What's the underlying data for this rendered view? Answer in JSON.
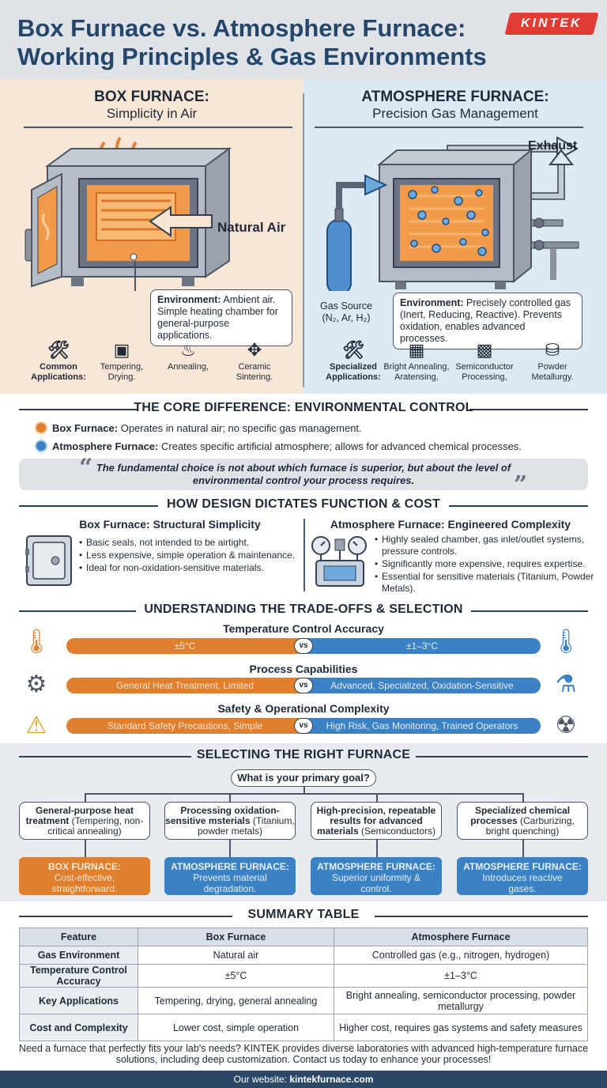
{
  "header": {
    "title_line1": "Box Furnace vs. Atmosphere Furnace:",
    "title_line2": "Working Principles & Gas Environments",
    "logo": "KINTEK"
  },
  "box_panel": {
    "title": "BOX FURNACE:",
    "subtitle": "Simplicity in Air",
    "air_label": "Natural Air",
    "env_label": "Environment:",
    "env_text": "Ambient air. Simple heating chamber for general-purpose applications.",
    "apps_label": "Common Applications:",
    "apps": [
      "Tempering, Drying.",
      "Annealing,",
      "Ceramic Sintering."
    ]
  },
  "atm_panel": {
    "title": "ATMOSPHERE FURNACE:",
    "subtitle": "Precision Gas Management",
    "exhaust_label": "Exhaust",
    "gas_source_label": "Gas Source",
    "gas_source_formula": "(N₂, Ar, H₂)",
    "env_label": "Environment:",
    "env_text": "Precisely controlled gas (Inert, Reducing, Reactive). Prevents oxidation, enables advanced processes.",
    "apps_label": "Specialized Applications:",
    "apps": [
      "Bright Annealing, Aratensing,",
      "Semiconductor Processing,",
      "Powder Metallurgy."
    ]
  },
  "core": {
    "heading": "THE CORE DIFFERENCE: ENVIRONMENTAL CONTROL",
    "box_label": "Box Furnace:",
    "box_text": "Operates in natural air; no specific gas management.",
    "atm_label": "Atmosphere Furnace:",
    "atm_text": "Creates specific artificial atmosphere; allows for advanced chemical processes.",
    "quote": "The fundamental choice is not about which furnace is superior, but about the level of environmental control your process requires."
  },
  "design": {
    "heading": "HOW DESIGN DICTATES FUNCTION & COST",
    "box_title": "Box Furnace: Structural Simplicity",
    "box_points": [
      "Basic seals, not intended to be airtight.",
      "Less expensive, simple operation & maintenance.",
      "Ideal for non-oxidation-sensitive materials."
    ],
    "atm_title": "Atmosphere Furnace: Engineered Complexity",
    "atm_points": [
      "Highly sealed chamber, gas inlet/outlet systems, pressure controls.",
      "Significantly more expensive, requires expertise.",
      "Essential for sensitive materials (Titanium, Powder Metals)."
    ]
  },
  "tradeoffs": {
    "heading": "UNDERSTANDING THE TRADE-OFFS & SELECTION",
    "vs": "vs",
    "rows": [
      {
        "title": "Temperature Control Accuracy",
        "left": "±5°C",
        "right": "±1–3°C"
      },
      {
        "title": "Process Capabilities",
        "left": "General Heat Treatment, Limited",
        "right": "Advanced, Specialized, Oxidation-Sensitive"
      },
      {
        "title": "Safety & Operational Complexity",
        "left": "Standard Safety Precautions, Simple",
        "right": "High Risk, Gas Monitoring, Trained Operators"
      }
    ]
  },
  "selecting": {
    "heading": "SELECTING THE RIGHT FURNACE",
    "goal": "What is your primary goal?",
    "questions": [
      {
        "bold": "General-purpose heat treatment",
        "rest": " (Tempering, non-critical annealing)"
      },
      {
        "bold": "Processing oxidation-sensitive msterials",
        "rest": " (Titanium, powder metals)"
      },
      {
        "bold": "High-precision, repeatable results for advanced materials",
        "rest": " (Semiconductors)"
      },
      {
        "bold": "Specialized chemical processes",
        "rest": " (Carburizing, bright quenching)"
      }
    ],
    "answers": [
      {
        "title": "BOX FURNACE:",
        "text": "Cost-effective, straightforward."
      },
      {
        "title": "ATMOSPHERE FURNACE:",
        "text": "Prevents material degradation."
      },
      {
        "title": "ATMOSPHERE FURNACE:",
        "text": "Superior uniformity & control."
      },
      {
        "title": "ATMOSPHERE FURNACE:",
        "text": "Introduces reactive gases."
      }
    ]
  },
  "summary": {
    "heading": "SUMMARY TABLE",
    "columns": [
      "Feature",
      "Box Furnace",
      "Atmosphere Furnace"
    ],
    "rows": [
      [
        "Gas Environment",
        "Natural air",
        "Controlled gas (e.g., nitrogen, hydrogen)"
      ],
      [
        "Temperature Control Accuracy",
        "±5°C",
        "±1–3°C"
      ],
      [
        "Key Applications",
        "Tempering, drying, general annealing",
        "Bright annealing, semiconductor processing, powder metallurgy"
      ],
      [
        "Cost and Complexity",
        "Lower cost, simple operation",
        "Higher cost, requires gas systems and safety measures"
      ]
    ]
  },
  "footer": {
    "cta": "Need a furnace that perfectly fits your lab's needs? KINTEK provides diverse laboratories with advanced high-temperature furnace solutions, including deep customization. Contact us today to enhance your processes!",
    "website_label": "Our website:",
    "website": "kintekfurnace.com"
  },
  "colors": {
    "box_orange": "#e07f2e",
    "atm_blue": "#3b82c4",
    "navy": "#24466b",
    "brand_red": "#e23b34"
  }
}
